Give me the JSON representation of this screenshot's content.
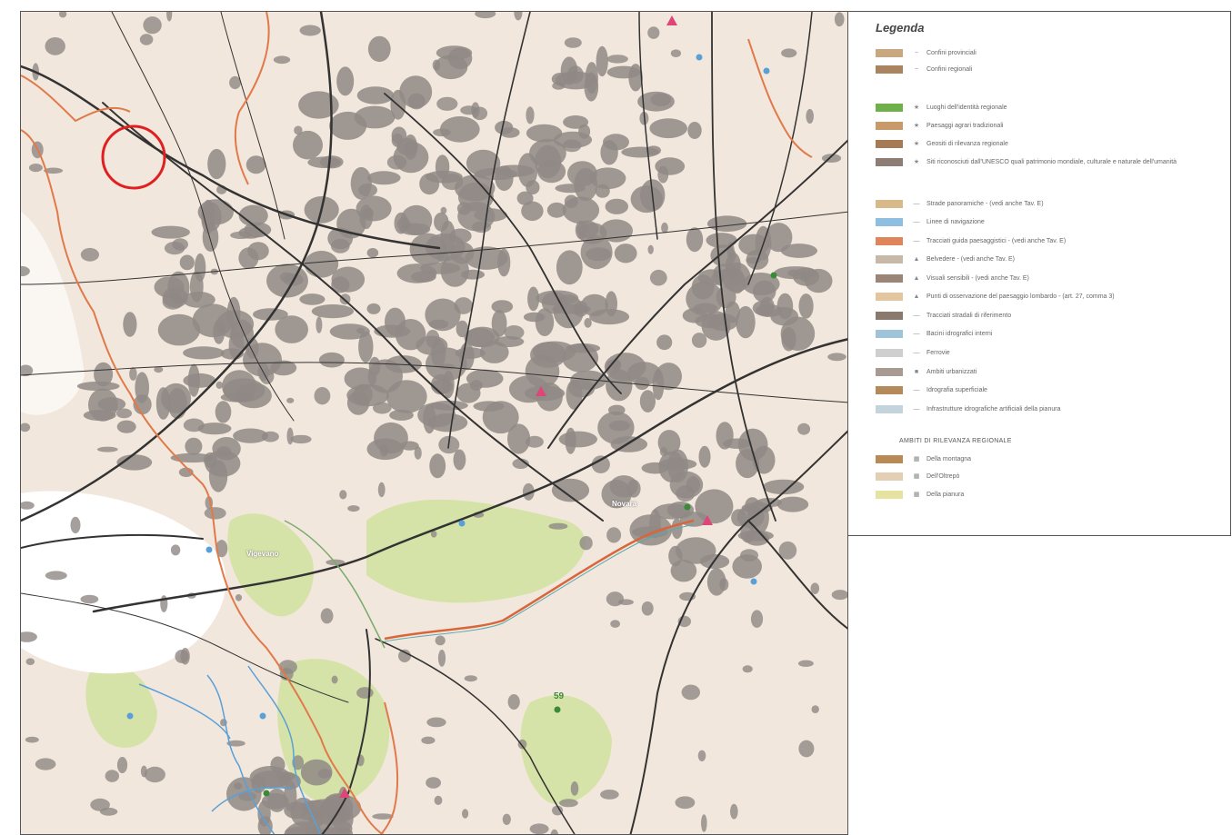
{
  "legend": {
    "title": "Legenda",
    "groups": [
      {
        "items": [
          {
            "label": "Confini provinciali",
            "swatch": "#c9a77f",
            "symbol": "~"
          },
          {
            "label": "Confini regionali",
            "swatch": "#a9845e",
            "symbol": "~"
          }
        ]
      },
      {
        "items": [
          {
            "label": "Luoghi dell'identità regionale",
            "swatch": "#6fb04a",
            "symbol": "★"
          },
          {
            "label": "Paesaggi agrari tradizionali",
            "swatch": "#c89a6a",
            "symbol": "★"
          },
          {
            "label": "Geositi di rilevanza regionale",
            "swatch": "#a57a55",
            "symbol": "★"
          },
          {
            "label": "Siti riconosciuti dall'UNESCO quali patrimonio mondiale, culturale e naturale dell'umanità",
            "swatch": "#8e7d74",
            "symbol": "★"
          }
        ]
      },
      {
        "items": [
          {
            "label": "Strade panoramiche - (vedi anche Tav. E)",
            "swatch": "#d8b98a",
            "symbol": "—"
          },
          {
            "label": "Linee di navigazione",
            "swatch": "#8fbfe0",
            "symbol": "—"
          },
          {
            "label": "Tracciati guida paesaggistici - (vedi anche Tav. E)",
            "swatch": "#e0855a",
            "symbol": "—"
          },
          {
            "label": "Belvedere - (vedi anche Tav. E)",
            "swatch": "#c8b8a8",
            "symbol": "▲"
          },
          {
            "label": "Visuali sensibili - (vedi anche Tav. E)",
            "swatch": "#9a8576",
            "symbol": "▲"
          },
          {
            "label": "Punti di osservazione del paesaggio lombardo - (art. 27, comma 3)",
            "swatch": "#e3c6a0",
            "symbol": "▲"
          },
          {
            "label": "Tracciati stradali di riferimento",
            "swatch": "#8a7a6e",
            "symbol": "—"
          },
          {
            "label": "Bacini idrografici interni",
            "swatch": "#9fc3d8",
            "symbol": "—"
          },
          {
            "label": "Ferrovie",
            "swatch": "#cfcfcf",
            "symbol": "—"
          },
          {
            "label": "Ambiti urbanizzati",
            "swatch": "#a89a90",
            "symbol": "■"
          },
          {
            "label": "Idrografia superficiale",
            "swatch": "#b58a5a",
            "symbol": "—"
          },
          {
            "label": "Infrastrutture idrografiche artificiali della pianura",
            "swatch": "#c4d4dc",
            "symbol": "—"
          }
        ]
      }
    ],
    "section_title": "AMBITI DI RILEVANZA REGIONALE",
    "ambiti": [
      {
        "label": "Della montagna",
        "swatch": "#b98a55",
        "symbol": "▦"
      },
      {
        "label": "Dell'Oltrepò",
        "swatch": "#e2cfb4",
        "symbol": "▦"
      },
      {
        "label": "Della pianura",
        "swatch": "#e6e2a0",
        "symbol": "▦"
      }
    ]
  },
  "map": {
    "colors": {
      "background": "#f2e7dc",
      "urban": "#8f8885",
      "green": "#d6e3a8",
      "road": "#333333",
      "route": "#e07a4a",
      "water": "#5aa0d8",
      "marker": "#e0457a"
    },
    "labels": [
      {
        "text": "Novara"
      },
      {
        "text": "Vigevano"
      }
    ],
    "numbers": [
      {
        "text": "59"
      }
    ],
    "highlight": {
      "shape": "circle",
      "color": "#e02020"
    }
  }
}
